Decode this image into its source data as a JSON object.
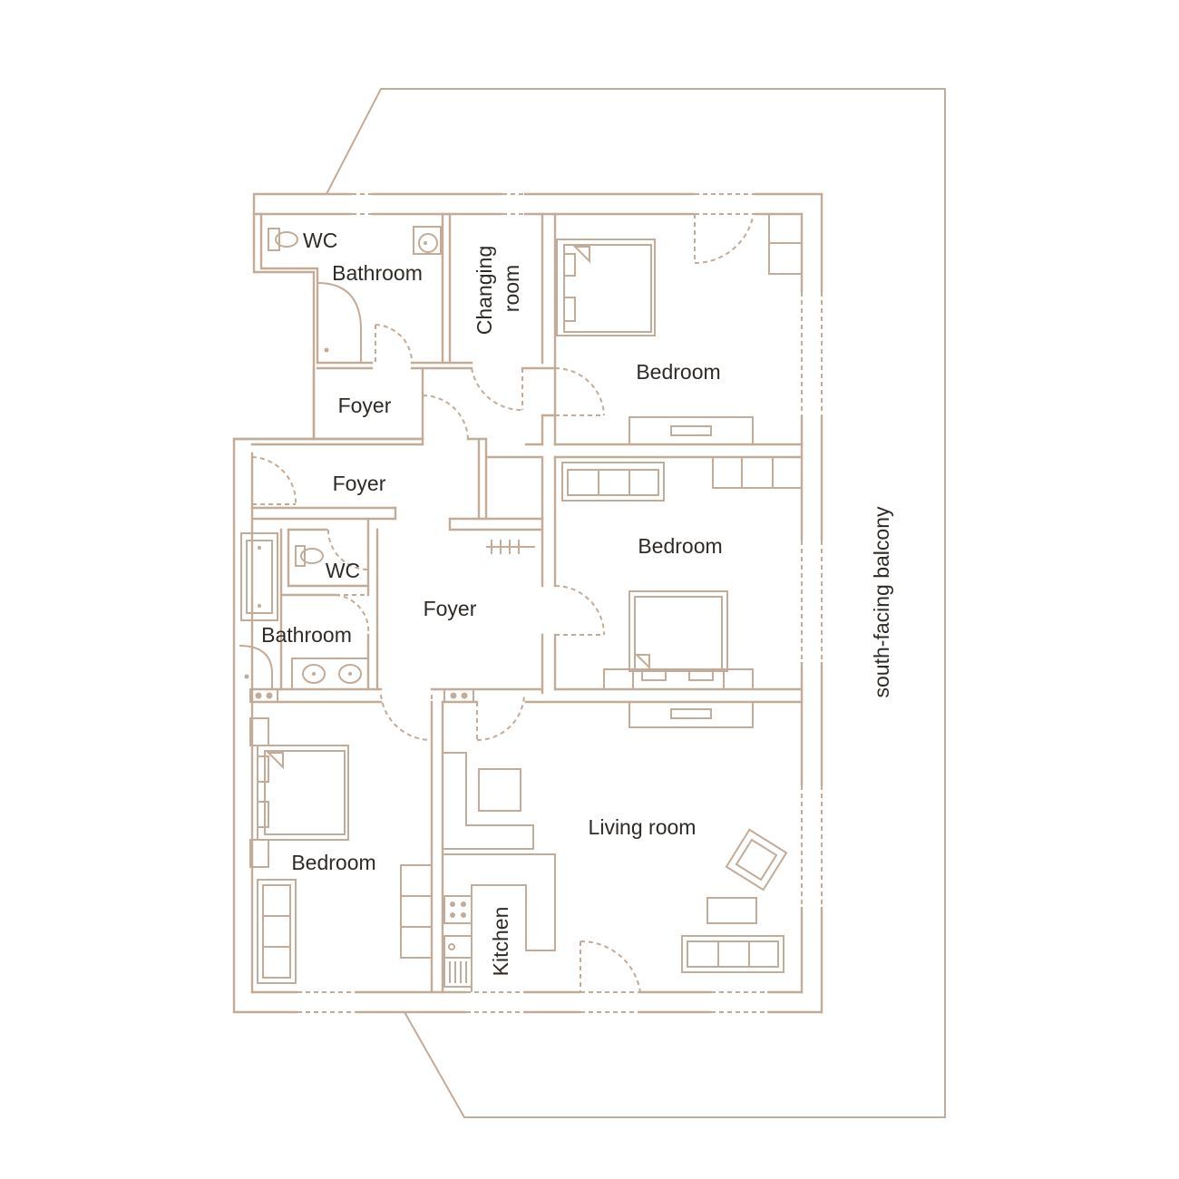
{
  "colors": {
    "line": "#c4ab97",
    "text": "#2f2a26",
    "background": "#ffffff"
  },
  "rooms": {
    "wc_top": "WC",
    "bathroom_top": "Bathroom",
    "changing_room_line1": "Changing",
    "changing_room_line2": "room",
    "bedroom_top": "Bedroom",
    "foyer_top": "Foyer",
    "foyer_middle": "Foyer",
    "wc_mid": "WC",
    "foyer_center": "Foyer",
    "bathroom_mid": "Bathroom",
    "bedroom_middle": "Bedroom",
    "bedroom_bottom": "Bedroom",
    "living_room": "Living room",
    "kitchen": "Kitchen"
  },
  "balcony": {
    "label": "south-facing balcony"
  }
}
